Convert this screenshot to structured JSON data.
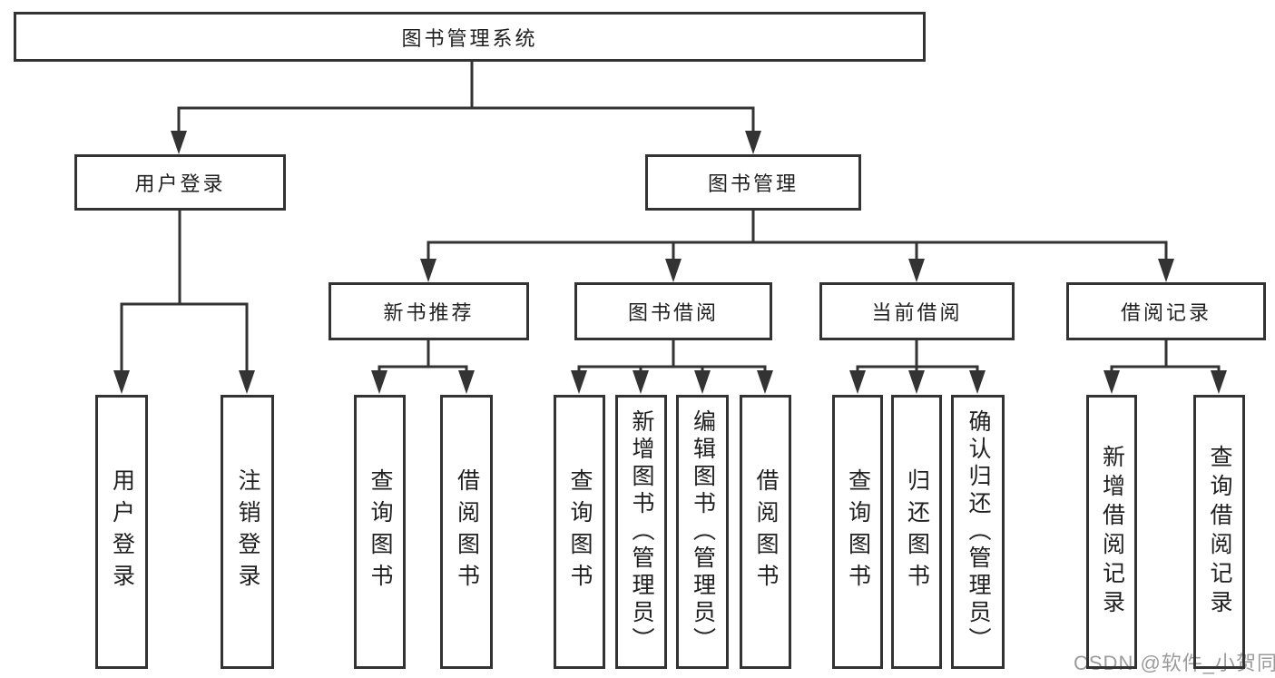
{
  "diagram": {
    "root": {
      "label": "图书管理系统"
    },
    "children": [
      {
        "label": "用户登录",
        "children": [
          "用户登录",
          "注销登录"
        ]
      },
      {
        "label": "图书管理",
        "children": [
          {
            "label": "新书推荐",
            "children": [
              "查询图书",
              "借阅图书"
            ]
          },
          {
            "label": "图书借阅",
            "children": [
              "查询图书",
              "新增图书（管理员）",
              "编辑图书（管理员）",
              "借阅图书"
            ]
          },
          {
            "label": "当前借阅",
            "children": [
              "查询图书",
              "归还图书",
              "确认归还（管理员）"
            ]
          },
          {
            "label": "借阅记录",
            "children": [
              "新增借阅记录",
              "查询借阅记录"
            ]
          }
        ]
      }
    ]
  },
  "watermark": {
    "text": "CSDN @软件_小贺同学"
  },
  "colors": {
    "line": "#333333",
    "box_border": "#333333",
    "box_fill": "#ffffff",
    "text": "#202020",
    "watermark_text": "#9b9b9b",
    "background": "#ffffff"
  }
}
